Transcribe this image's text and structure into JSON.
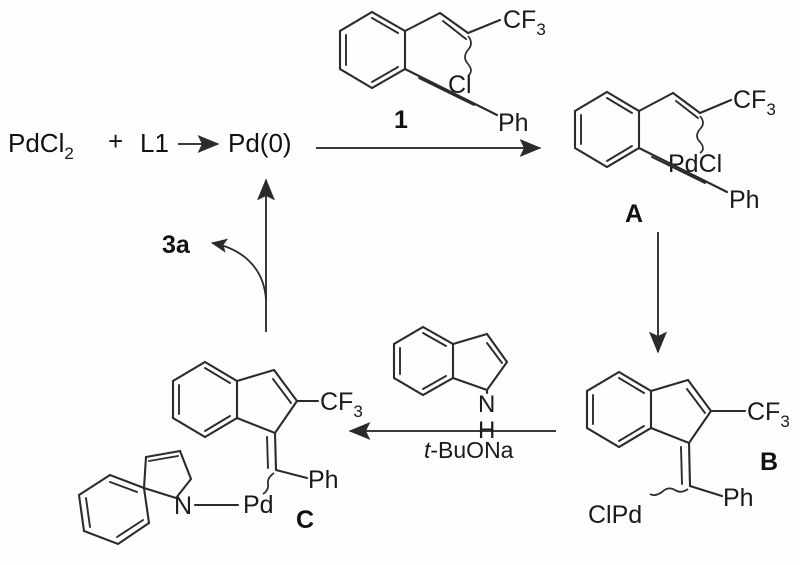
{
  "figure": {
    "kind": "chemical-reaction-scheme",
    "description": "Proposed palladium catalytic cycle",
    "background_color": "#fefefe",
    "line_color": "#2b2b2b"
  },
  "precatalyst_equation": {
    "reactant_1": "PdCl",
    "reactant_1_subscript": "2",
    "plus_sign": "+",
    "ligand": "L1",
    "product": "Pd(0)"
  },
  "substrate": {
    "name_label": "1",
    "groups": {
      "cf3": "CF",
      "cf3_subscript": "3",
      "chloride": "Cl",
      "phenyl": "Ph"
    }
  },
  "intermediate_a": {
    "name_label": "A",
    "groups": {
      "cf3": "CF",
      "cf3_subscript": "3",
      "palladium": "PdCl",
      "phenyl": "Ph"
    }
  },
  "intermediate_b": {
    "name_label": "B",
    "groups": {
      "cf3": "CF",
      "cf3_subscript": "3",
      "palladium": "ClPd",
      "phenyl": "Ph"
    }
  },
  "intermediate_c": {
    "name_label": "C",
    "groups": {
      "cf3": "CF",
      "cf3_subscript": "3",
      "palladium": "Pd",
      "phenyl": "Ph",
      "nitrogen": "N"
    }
  },
  "indole_reagent": {
    "nitrogen": "N",
    "hydrogen": "H"
  },
  "base": {
    "italic_prefix": "t",
    "rest": "-BuONa"
  },
  "product": {
    "label": "3a"
  },
  "arrows": [
    {
      "name": "oxidative-addition-arrow",
      "direction": "right"
    },
    {
      "name": "carbopalladation-arrow",
      "direction": "down"
    },
    {
      "name": "ligand-exchange-arrow",
      "direction": "left"
    },
    {
      "name": "reductive-elimination-arrow",
      "direction": "up"
    },
    {
      "name": "product-release-arrow",
      "direction": "curved-left"
    }
  ]
}
